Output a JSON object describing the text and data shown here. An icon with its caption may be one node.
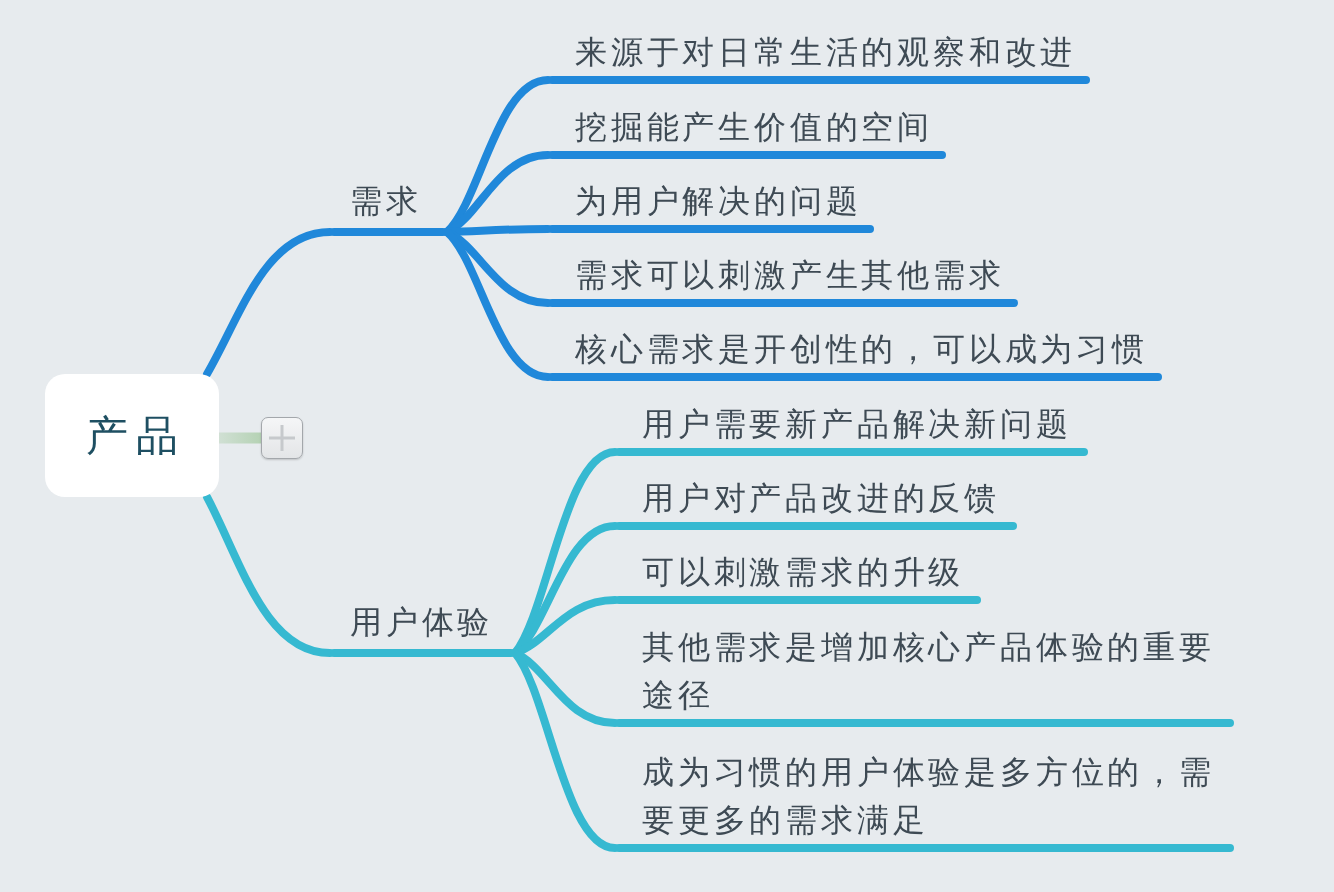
{
  "diagram": {
    "nodes": [
      {
        "text": [
          "产品"
        ]
      },
      {
        "text": [
          "需求"
        ]
      },
      {
        "text": [
          "来源于对日常生活的观察和改进"
        ]
      },
      {
        "text": [
          "挖掘能产生价值的空间"
        ]
      },
      {
        "text": [
          "为用户解决的问题"
        ]
      },
      {
        "text": [
          "需求可以刺激产生其他需求"
        ]
      },
      {
        "text": [
          "核心需求是开创性的，可以成为习惯"
        ]
      },
      {
        "text": [
          "用户体验"
        ]
      },
      {
        "text": [
          "用户需要新产品解决新问题"
        ]
      },
      {
        "text": [
          "用户对产品改进的反馈"
        ]
      },
      {
        "text": [
          "可以刺激需求的升级"
        ]
      },
      {
        "text": [
          "其他需求是增加核心产品体验的重要途径"
        ]
      },
      {
        "text": [
          "成为习惯的用户体验是多方位的，需要更多的需求满足"
        ]
      },
      {
        "text": [],
        "shape": "box"
      }
    ],
    "edges": [
      {
        "from": 0,
        "to": 1,
        "arrow": "none",
        "color": "#2088da"
      },
      {
        "from": 1,
        "to": 2,
        "arrow": "none",
        "color": "#2088da"
      },
      {
        "from": 1,
        "to": 3,
        "arrow": "none",
        "color": "#2088da"
      },
      {
        "from": 1,
        "to": 4,
        "arrow": "none",
        "color": "#2088da"
      },
      {
        "from": 1,
        "to": 5,
        "arrow": "none",
        "color": "#2088da"
      },
      {
        "from": 1,
        "to": 6,
        "arrow": "none",
        "color": "#2088da"
      },
      {
        "from": 0,
        "to": 7,
        "arrow": "none",
        "color": "#36b9d1"
      },
      {
        "from": 7,
        "to": 8,
        "arrow": "none",
        "color": "#36b9d1"
      },
      {
        "from": 7,
        "to": 9,
        "arrow": "none",
        "color": "#36b9d1"
      },
      {
        "from": 7,
        "to": 10,
        "arrow": "none",
        "color": "#36b9d1"
      },
      {
        "from": 7,
        "to": 11,
        "arrow": "none",
        "color": "#36b9d1"
      },
      {
        "from": 7,
        "to": 12,
        "arrow": "none",
        "color": "#36b9d1"
      },
      {
        "from": 0,
        "to": 13,
        "arrow": "none",
        "style": "thick",
        "color": "#b5d2b4"
      }
    ]
  }
}
